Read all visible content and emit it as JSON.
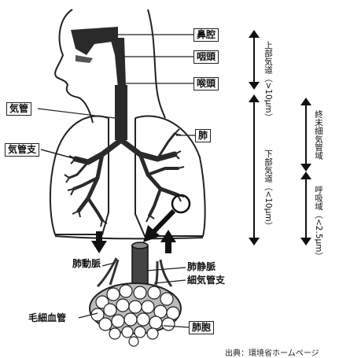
{
  "labels": {
    "nasal_cavity": "鼻腔",
    "pharynx": "咽頭",
    "larynx": "喉頭",
    "trachea": "気管",
    "lung": "肺",
    "bronchi": "気管支",
    "pulmonary_artery": "肺動脈",
    "pulmonary_vein": "肺静脈",
    "bronchiole": "細気管支",
    "capillaries": "毛細血管",
    "alveoli": "肺胞"
  },
  "regions": {
    "upper_airway_name": "上部気道",
    "upper_airway_size": "（>10μm）",
    "lower_airway_name": "下部気道",
    "lower_airway_size": "（<10μm）",
    "terminal_bronchiole": "終末細気管域",
    "respiratory_name": "呼吸域",
    "respiratory_size": "（<2.5μm）"
  },
  "source": "出典：環境省ホームページ"
}
